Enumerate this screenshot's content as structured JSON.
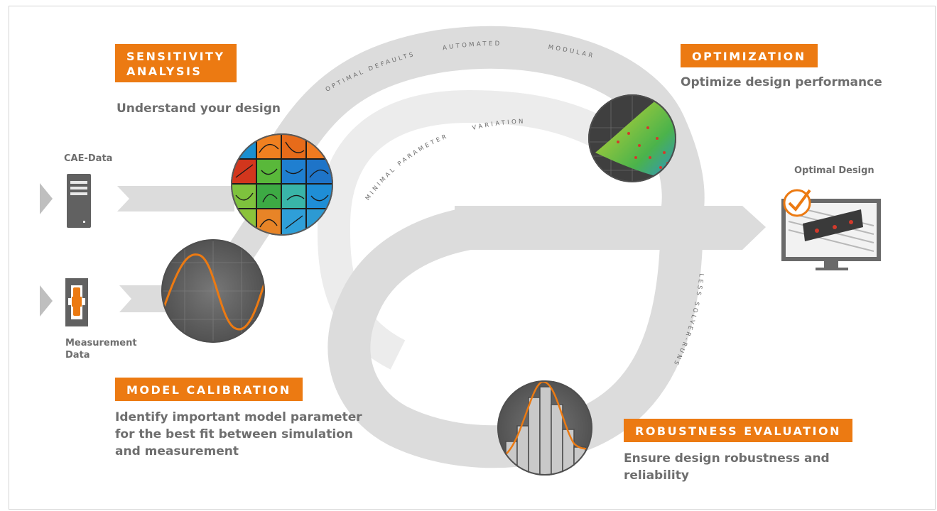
{
  "sensitivity": {
    "title_line1": "SENSITIVITY",
    "title_line2": "ANALYSIS",
    "subtitle": "Understand your design"
  },
  "optimization": {
    "title": "OPTIMIZATION",
    "subtitle": "Optimize design performance"
  },
  "calibration": {
    "title": "MODEL CALIBRATION",
    "subtitle_line1": "Identify important model parameter",
    "subtitle_line2": "for the best fit between simulation",
    "subtitle_line3": "and measurement"
  },
  "robustness": {
    "title": "ROBUSTNESS EVALUATION",
    "subtitle_line1": "Ensure design robustness and",
    "subtitle_line2": "reliability"
  },
  "inputs": {
    "cae": "CAE-Data",
    "measurement_line1": "Measurement",
    "measurement_line2": "Data"
  },
  "output": {
    "label": "Optimal Design"
  },
  "ribbon_labels": {
    "optimal_defaults": "OPTIMAL DEFAULTS",
    "automated": "AUTOMATED",
    "modular": "MODULAR",
    "minimal_parameter": "MINIMAL PARAMETER",
    "variation": "VARIATION",
    "less_solver_runs": "LESS SOLVER-RUNS"
  },
  "colors": {
    "accent": "#ec7a12",
    "text_gray": "#6e6e6e",
    "ribbon": "#dcdcdc",
    "ribbon_light": "#ececec"
  }
}
